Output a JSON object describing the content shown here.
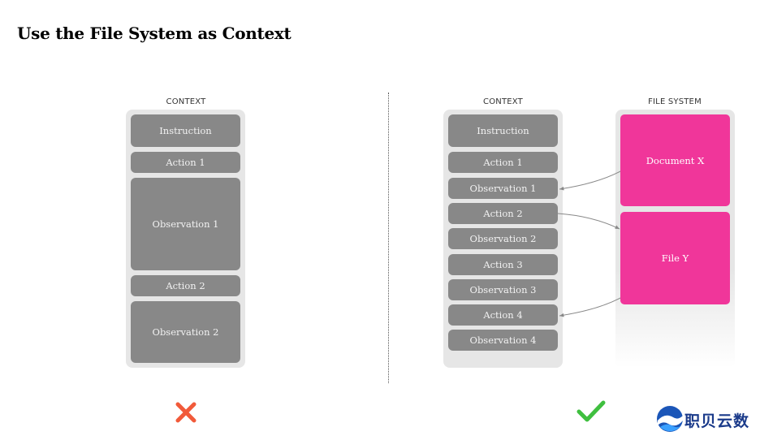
{
  "title": "Use the File System as Context",
  "left": {
    "label": "CONTEXT",
    "blocks": [
      "Instruction",
      "Action 1",
      "Observation 1",
      "Action 2",
      "Observation 2"
    ]
  },
  "right": {
    "context_label": "CONTEXT",
    "blocks": [
      "Instruction",
      "Action 1",
      "Observation 1",
      "Action 2",
      "Observation 2",
      "Action 3",
      "Observation 3",
      "Action 4",
      "Observation 4"
    ],
    "fs_label": "FILE SYSTEM",
    "files": [
      "Document X",
      "File Y"
    ]
  },
  "verdicts": {
    "bad": "✕",
    "good": "✓"
  },
  "colors": {
    "pink": "#f0369a",
    "block": "#888888",
    "bad": "#f15a3a",
    "good": "#3fbf3f"
  },
  "logo": {
    "text": "职贝云数"
  }
}
